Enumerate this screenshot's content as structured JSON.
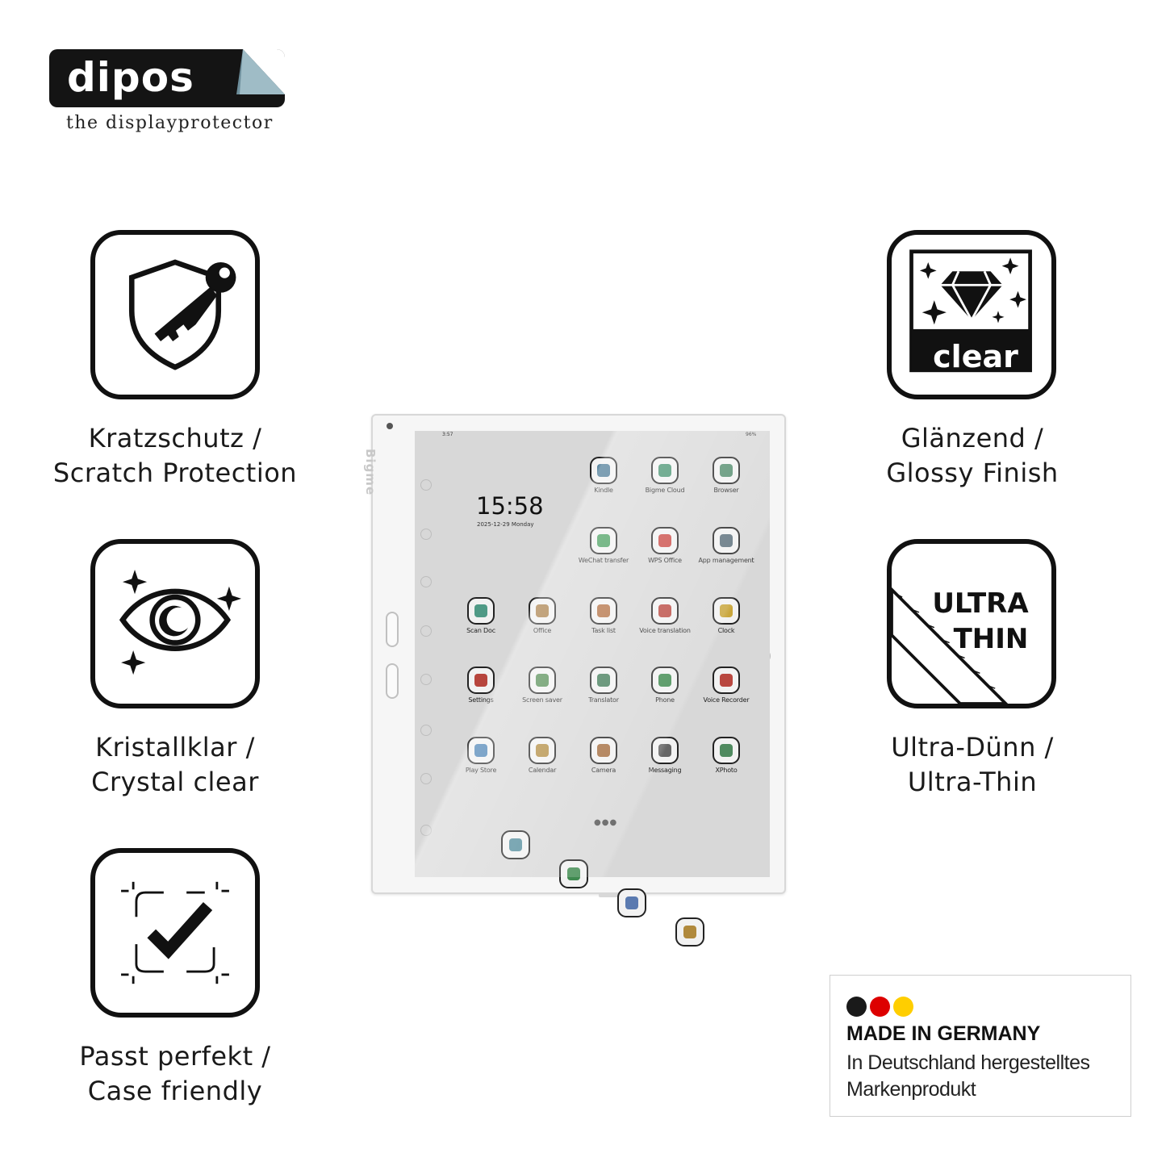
{
  "brand": {
    "logo_text": "dipos",
    "tagline": "the displayprotector"
  },
  "features": [
    {
      "label_de": "Kratzschutz /",
      "label_en": "Scratch Protection",
      "icon": "shield-key-icon"
    },
    {
      "label_de": "Kristallklar /",
      "label_en": "Crystal clear",
      "icon": "eye-icon"
    },
    {
      "label_de": "Passt perfekt /",
      "label_en": "Case friendly",
      "icon": "checkmark-frame-icon"
    },
    {
      "label_de": "Glänzend /",
      "label_en": "Glossy Finish",
      "icon": "diamond-clear-icon",
      "badge_text": "clear"
    },
    {
      "label_de": "Ultra-Dünn /",
      "label_en": "Ultra-Thin",
      "icon": "ultra-thin-ruler-icon",
      "badge_line1": "ULTRA",
      "badge_line2": "THIN"
    }
  ],
  "tablet": {
    "brand": "Bigme",
    "status_time": "3:57",
    "battery": "96%",
    "clock": "15:58",
    "date": "2025-12-29 Monday",
    "apps": [
      {
        "label": "Kindle",
        "color": "#3a6d8c"
      },
      {
        "label": "Bigme Cloud",
        "color": "#3f8f6b"
      },
      {
        "label": "Browser",
        "color": "#4f8a6a"
      },
      {
        "label": "WeChat transfer",
        "color": "#3f9a56"
      },
      {
        "label": "WPS Office",
        "color": "#c9443f"
      },
      {
        "label": "App management",
        "color": "#5a6e7a"
      },
      {
        "label": "Scan Doc",
        "color": "#4f9a86"
      },
      {
        "label": "Office",
        "color": "#a3763c"
      },
      {
        "label": "Task list",
        "color": "#b06b3c"
      },
      {
        "label": "Voice translation",
        "color": "#b9473f"
      },
      {
        "label": "Clock",
        "color": "#c9a63c"
      },
      {
        "label": "Settings",
        "color": "#b7453d"
      },
      {
        "label": "Screen saver",
        "color": "#4f8a4f"
      },
      {
        "label": "Translator",
        "color": "#3f7a56"
      },
      {
        "label": "Phone",
        "color": "#3f8a4f"
      },
      {
        "label": "Voice Recorder",
        "color": "#b9473f"
      },
      {
        "label": "Play Store",
        "color": "#3f7ab0"
      },
      {
        "label": "Calendar",
        "color": "#b0893c"
      },
      {
        "label": "Camera",
        "color": "#a36b3c"
      },
      {
        "label": "Messaging",
        "color": "#666666"
      },
      {
        "label": "XPhoto",
        "color": "#4f8a5f"
      }
    ],
    "dock": [
      {
        "name": "contacts",
        "color": "#4f8a9a"
      },
      {
        "name": "notes",
        "color": "#3f8a4f"
      },
      {
        "name": "library",
        "color": "#5a7ab0"
      },
      {
        "name": "files",
        "color": "#b0893c"
      }
    ]
  },
  "made_in": {
    "title": "MADE IN GERMANY",
    "line1": "In Deutschland hergestelltes",
    "line2": "Markenprodukt",
    "flag_colors": [
      "#1a1a1a",
      "#dd0000",
      "#ffce00"
    ]
  }
}
